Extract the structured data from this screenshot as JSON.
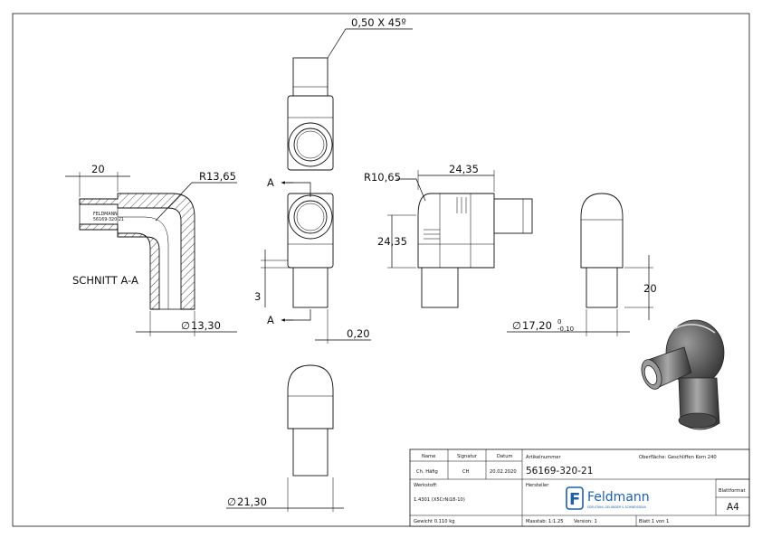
{
  "views": {
    "top": {
      "chamfer": "0,50 X 45º"
    },
    "section": {
      "title": "SCHNITT A-A",
      "dim_len": "20",
      "radius": "R13,65",
      "diameter": "13,30",
      "engraving": [
        "FELDMANN",
        "56169-320-21"
      ]
    },
    "front": {
      "cut_label_1": "A",
      "cut_label_2": "A",
      "dim_step": "3",
      "dim_wall": "0,20"
    },
    "side": {
      "radius": "R10,65",
      "dim_top": "24,35",
      "dim_left": "24,35"
    },
    "right": {
      "dim_len": "20",
      "diameter": "17,20",
      "tol_upper": "0",
      "tol_lower": "-0,10"
    },
    "bottom": {
      "diameter": "21,30"
    }
  },
  "title_block": {
    "headers": [
      "Name",
      "Signatur",
      "Datum"
    ],
    "row": [
      "Ch. Häfig",
      "CH",
      "20.02.2020"
    ],
    "article_label": "Artikelnummer",
    "article_no": "56169-320-21",
    "surface": "Oberfläche: Geschliffen Korn 240",
    "material_label": "Werkstoff:",
    "material": "1.4301 (X5CrNi18-10)",
    "maker_label": "Hersteller",
    "logo_text": "Feldmann",
    "logo_tag": "EDELSTAHL-GELÄNDER & SCHWEISSBAU",
    "format_label": "Blattformat",
    "format": "A4",
    "weight": "Gewicht 0.110 kg",
    "scale": "Masstab: 1:1.25",
    "version": "Version: 1",
    "sheet": "Blatt 1 von 1"
  }
}
